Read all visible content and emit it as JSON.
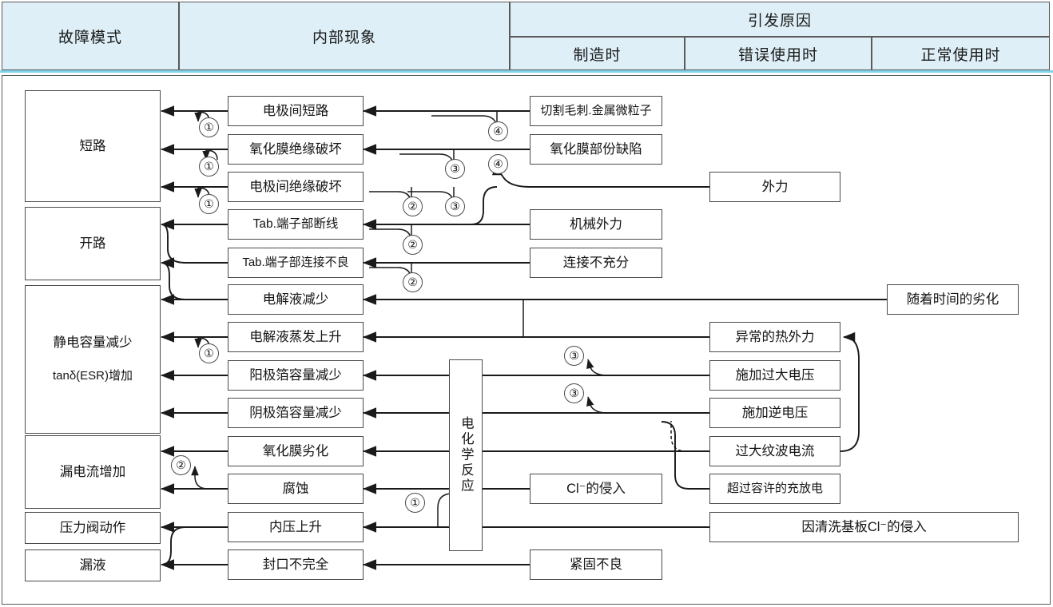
{
  "header": {
    "columns": [
      {
        "label": "故障模式"
      },
      {
        "label": "内部现象"
      },
      {
        "label": "引发原因"
      }
    ],
    "subcolumns": [
      {
        "label": "制造时"
      },
      {
        "label": "错误使用时"
      },
      {
        "label": "正常使用时"
      }
    ]
  },
  "failure_modes": [
    {
      "label": "短路"
    },
    {
      "label": "开路"
    },
    {
      "label": "静电容量减少",
      "sub": "tanδ(ESR)增加"
    },
    {
      "label": "漏电流增加"
    },
    {
      "label": "压力阀动作"
    },
    {
      "label": "漏液"
    }
  ],
  "internal_phenomena": [
    {
      "label": "电极间短路"
    },
    {
      "label": "氧化膜绝缘破坏"
    },
    {
      "label": "电极间绝缘破坏"
    },
    {
      "label": "Tab.端子部断线"
    },
    {
      "label": "Tab.端子部连接不良"
    },
    {
      "label": "电解液减少"
    },
    {
      "label": "电解液蒸发上升"
    },
    {
      "label": "阳极箔容量减少"
    },
    {
      "label": "阴极箔容量减少"
    },
    {
      "label": "氧化膜劣化"
    },
    {
      "label": "腐蚀"
    },
    {
      "label": "内压上升"
    },
    {
      "label": "封口不完全"
    }
  ],
  "reaction_box": {
    "label": "电化学反应"
  },
  "causes_manufacturing": [
    {
      "label": "切割毛刺.金属微粒子"
    },
    {
      "label": "氧化膜部份缺陷"
    },
    {
      "label": "机械外力"
    },
    {
      "label": "连接不充分"
    },
    {
      "label": "Cl⁻的侵入"
    },
    {
      "label": "紧固不良"
    }
  ],
  "causes_misuse": [
    {
      "label": "外力"
    },
    {
      "label": "异常的热外力"
    },
    {
      "label": "施加过大电压"
    },
    {
      "label": "施加逆电压"
    },
    {
      "label": "过大纹波电流"
    },
    {
      "label": "超过容许的充放电"
    },
    {
      "label": "因清洗基板Cl⁻的侵入"
    }
  ],
  "causes_normal": [
    {
      "label": "随着时间的劣化"
    }
  ],
  "markers": [
    {
      "n": "①"
    },
    {
      "n": "①"
    },
    {
      "n": "①"
    },
    {
      "n": "②"
    },
    {
      "n": "②"
    },
    {
      "n": "②"
    },
    {
      "n": "③"
    },
    {
      "n": "③"
    },
    {
      "n": "④"
    },
    {
      "n": "④"
    },
    {
      "n": "①"
    },
    {
      "n": "②"
    },
    {
      "n": "③"
    },
    {
      "n": "③"
    },
    {
      "n": "①"
    }
  ],
  "colors": {
    "header_bg": "#deeff7",
    "header_rule": "#7fd2e8",
    "border": "#4a4a4a",
    "line": "#1a1a1a"
  }
}
